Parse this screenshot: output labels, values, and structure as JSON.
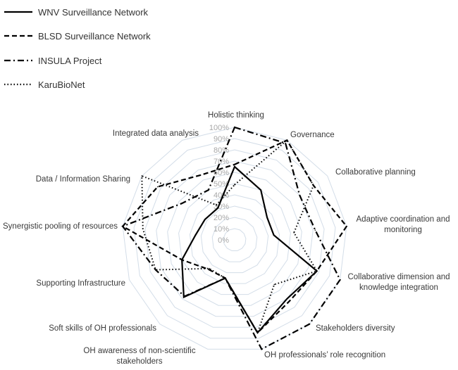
{
  "chart_data": {
    "type": "radar",
    "title": "",
    "categories": [
      "Holistic thinking",
      "Governance",
      "Collaborative planning",
      "Adaptive coordination and monitoring",
      "Collaborative dimension and knowledge integration",
      "Stakeholders diversity",
      "OH professionals’ role recognition",
      "OH awareness of non-scientific stakeholders",
      "Soft skills of  OH professionals",
      "Supporting Infrastructure",
      "Synergistic pooling of resources",
      "Data / Information Sharing",
      "Integrated data analysis"
    ],
    "category_lines": [
      [
        "Holistic thinking"
      ],
      [
        "Governance"
      ],
      [
        "Collaborative planning"
      ],
      [
        "Adaptive coordination and",
        "monitoring"
      ],
      [
        "Collaborative dimension and",
        "knowledge integration"
      ],
      [
        "Stakeholders diversity"
      ],
      [
        "OH professionals’ role recognition"
      ],
      [
        "OH awareness of non-scientific",
        "stakeholders"
      ],
      [
        "Soft skills of  OH professionals"
      ],
      [
        "Supporting Infrastructure"
      ],
      [
        "Synergistic pooling of resources"
      ],
      [
        "Data / Information Sharing"
      ],
      [
        "Integrated data analysis"
      ]
    ],
    "radial_ticks": [
      "0%",
      "10%",
      "20%",
      "30%",
      "40%",
      "50%",
      "60%",
      "70%",
      "80%",
      "90%",
      "100%"
    ],
    "rlim": [
      0,
      100
    ],
    "grid": true,
    "legend_position": "top-left",
    "series": [
      {
        "name": "WNV Surveillance Network",
        "style": "solid",
        "values": [
          65,
          50,
          35,
          35,
          78,
          70,
          85,
          35,
          68,
          50,
          35,
          32,
          32
        ]
      },
      {
        "name": "BLSD Surveillance Network",
        "style": "dashed",
        "values": [
          67,
          100,
          85,
          100,
          78,
          73,
          85,
          35,
          35,
          50,
          100,
          83,
          65
        ]
      },
      {
        "name": "INSULA Project",
        "style": "dash-dot",
        "values": [
          100,
          97,
          70,
          72,
          100,
          100,
          100,
          35,
          67,
          75,
          100,
          57,
          50
        ]
      },
      {
        "name": "KaruBioNet",
        "style": "dotted",
        "values": [
          49,
          100,
          85,
          53,
          78,
          53,
          85,
          35,
          34,
          75,
          82,
          100,
          35
        ]
      }
    ],
    "colors": {
      "line": "#000000",
      "grid": "#d3dde8",
      "tick": "#a8a8a8"
    }
  }
}
